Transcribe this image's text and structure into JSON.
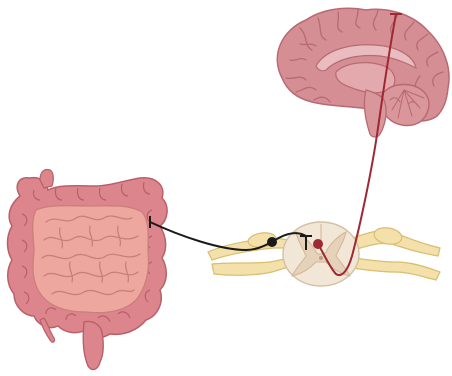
{
  "diagram": {
    "organs": [
      "brain-sagittal-section",
      "spinal-cord-cross-section",
      "intestines"
    ],
    "pathways": [
      "gut-to-spinal-cord-afferent",
      "spinal-cord-to-brain-ascending"
    ],
    "colors": {
      "brain": "#d58e94",
      "brain_dark": "#b86a72",
      "brain_inner": "#e9bcbf",
      "spinal_gray": "#e8d9c7",
      "spinal_white": "#f2e6d6",
      "spinal_nerve": "#f0dca3",
      "colon": "#dd858c",
      "small_intestine": "#eea79f",
      "ascending_tract": "#9e2833",
      "afferent_neuron": "#1a1a1a"
    }
  }
}
